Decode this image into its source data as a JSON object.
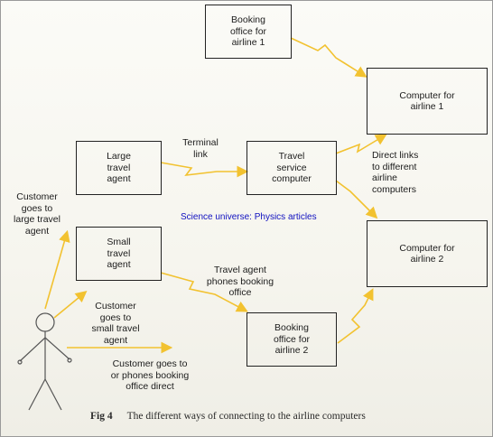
{
  "boxes": {
    "booking_airline1": "Booking\noffice for\nairline 1",
    "computer_airline1": "Computer for\nairline 1",
    "large_agent": "Large\ntravel\nagent",
    "travel_service": "Travel\nservice\ncomputer",
    "small_agent": "Small\ntravel\nagent",
    "computer_airline2": "Computer for\nairline 2",
    "booking_airline2": "Booking\noffice for\nairline 2"
  },
  "labels": {
    "terminal_link": "Terminal\nlink",
    "direct_links": "Direct links\nto different\nairline\ncomputers",
    "customer_large": "Customer\ngoes to\nlarge travel\nagent",
    "agent_phones": "Travel agent\nphones booking\noffice",
    "customer_small": "Customer\ngoes to\nsmall travel\nagent",
    "customer_direct": "Customer goes to\nor phones booking\noffice direct"
  },
  "watermark": "Science universe: Physics articles",
  "caption": {
    "fig": "Fig 4",
    "text": "The different ways of connecting to the airline computers"
  },
  "colors": {
    "link": "#f2c230",
    "box_border": "#222222",
    "watermark": "#1010c0"
  }
}
